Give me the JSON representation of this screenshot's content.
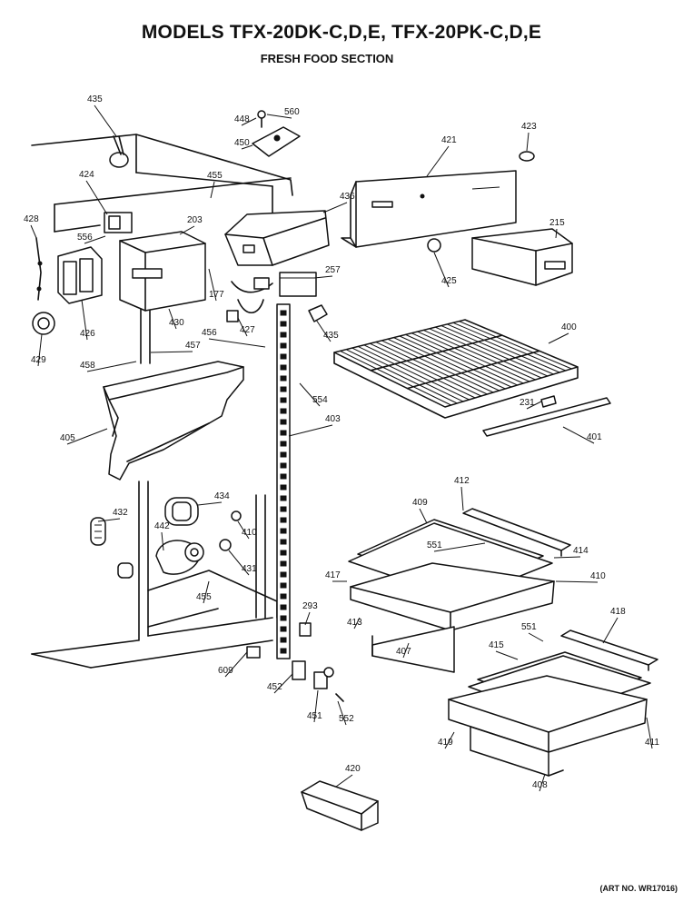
{
  "header": {
    "title": "MODELS TFX-20DK-C,D,E, TFX-20PK-C,D,E",
    "subtitle": "FRESH FOOD SECTION"
  },
  "footer": {
    "art_number": "(ART NO. WR17016)"
  },
  "part_labels": [
    "435",
    "448",
    "560",
    "450",
    "423",
    "421",
    "424",
    "455",
    "436",
    "428",
    "203",
    "556",
    "215",
    "257",
    "425",
    "177",
    "426",
    "430",
    "427",
    "435",
    "400",
    "429",
    "456",
    "457",
    "458",
    "554",
    "231",
    "405",
    "403",
    "401",
    "412",
    "409",
    "434",
    "432",
    "442",
    "410",
    "551",
    "414",
    "431",
    "417",
    "410",
    "455",
    "293",
    "413",
    "418",
    "407",
    "551",
    "415",
    "609",
    "452",
    "451",
    "552",
    "419",
    "411",
    "408",
    "420"
  ]
}
